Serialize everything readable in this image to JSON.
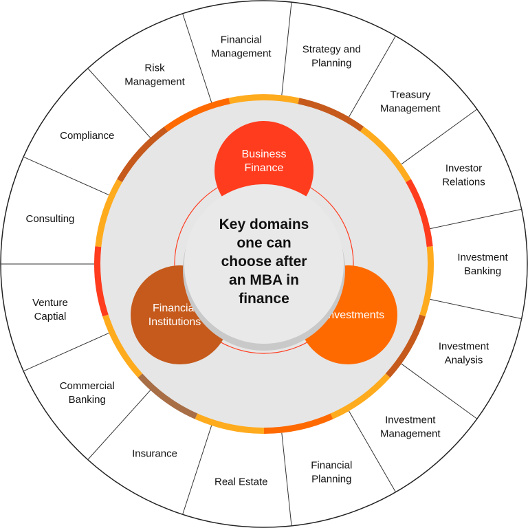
{
  "center": {
    "title_lines": [
      "Key domains",
      "one can",
      "choose after",
      "an MBA in",
      "finance"
    ]
  },
  "lobes": [
    {
      "key": "business",
      "lines": [
        "Business",
        "Finance"
      ],
      "color": "#ff3c1e"
    },
    {
      "key": "institutions",
      "lines": [
        "Financial",
        "Institutions"
      ],
      "color": "#c55a1c"
    },
    {
      "key": "investments",
      "lines": [
        "Investments"
      ],
      "color": "#ff6a00"
    }
  ],
  "domains": [
    {
      "lines": [
        "Financial",
        "Management"
      ]
    },
    {
      "lines": [
        "Strategy and",
        "Planning"
      ]
    },
    {
      "lines": [
        "Treasury",
        "Management"
      ]
    },
    {
      "lines": [
        "Investor",
        "Relations"
      ]
    },
    {
      "lines": [
        "Investment",
        "Banking"
      ]
    },
    {
      "lines": [
        "Investment",
        "Analysis"
      ]
    },
    {
      "lines": [
        "Investment",
        "Management"
      ]
    },
    {
      "lines": [
        "Financial",
        "Planning"
      ]
    },
    {
      "lines": [
        "Real Estate"
      ]
    },
    {
      "lines": [
        "Insurance"
      ]
    },
    {
      "lines": [
        "Commercial",
        "Banking"
      ]
    },
    {
      "lines": [
        "Venture",
        "Captial"
      ]
    },
    {
      "lines": [
        "Consulting"
      ]
    },
    {
      "lines": [
        "Compliance"
      ]
    },
    {
      "lines": [
        "Risk",
        "Management"
      ]
    }
  ],
  "ring_colors": [
    "#ffab1e",
    "#c55a1c",
    "#ffab1e",
    "#ff3c1e",
    "#ffab1e",
    "#c55a1c",
    "#ffab1e",
    "#ff6a00",
    "#ffab1e",
    "#a86e46",
    "#ffab1e",
    "#ff3c1e",
    "#ffab1e",
    "#c55a1c",
    "#ff6a00"
  ],
  "colors": {
    "outer_fill": "#ffffff",
    "outer_stroke": "#222222",
    "divider": "#333333",
    "inner_disc": "#e6e6e6",
    "center_disc": "#e9e9e9",
    "center_ring": "#ff3c1e"
  }
}
